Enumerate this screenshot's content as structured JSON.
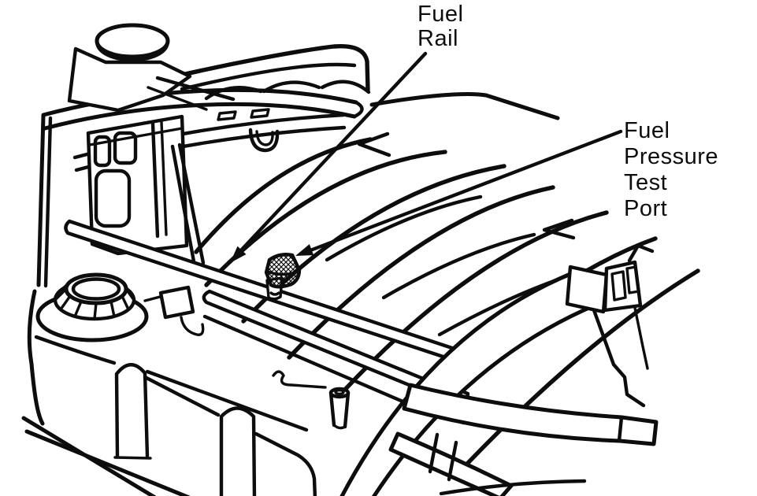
{
  "figure": {
    "description": "Engine line-art diagram showing fuel rail and fuel pressure test port",
    "ink_color": "#0d0d0d",
    "paper_color": "#ffffff",
    "labels": {
      "fuel_rail": {
        "lines": [
          "Fuel",
          "Rail"
        ]
      },
      "fuel_pressure_test_port": {
        "lines": [
          "Fuel",
          "Pressure",
          "Test",
          "Port"
        ]
      }
    }
  }
}
